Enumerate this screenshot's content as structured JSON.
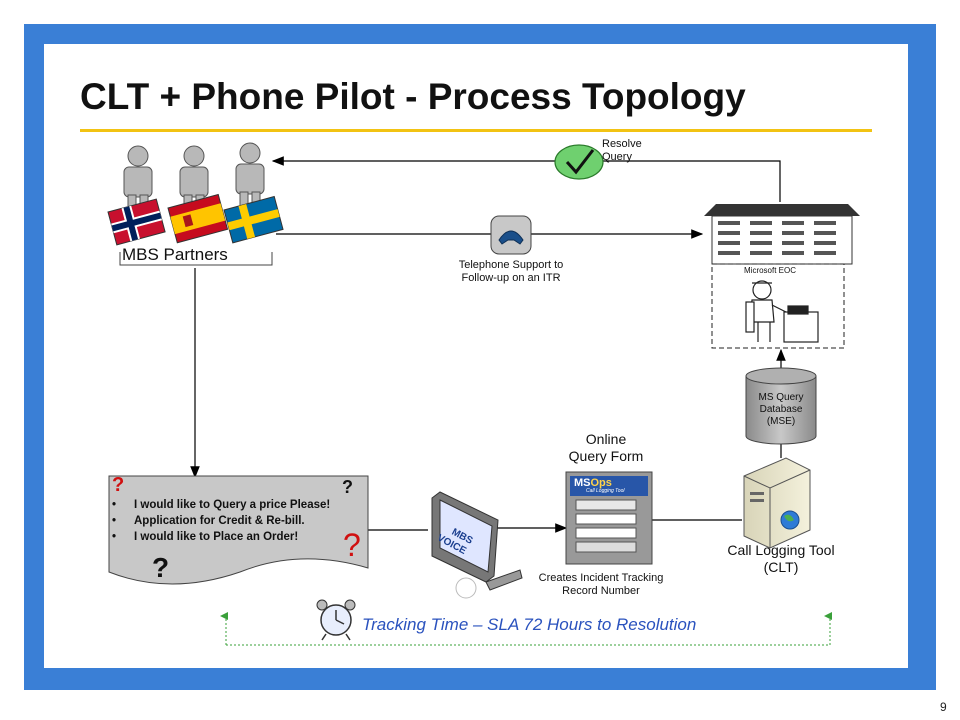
{
  "slide": {
    "title": "CLT + Phone Pilot - Process Topology",
    "page_number": "9"
  },
  "partners": {
    "label": "MBS Partners",
    "flags": [
      "norway-flag",
      "spain-flag",
      "sweden-flag"
    ]
  },
  "resolve": {
    "line1": "Resolve",
    "line2": "Query"
  },
  "telephone": {
    "line1": "Telephone Support to",
    "line2": "Follow-up on an ITR"
  },
  "eoc": {
    "label": "Microsoft EOC"
  },
  "database": {
    "line1": "MS Query",
    "line2": "Database",
    "line3": "(MSE)"
  },
  "form": {
    "title_line1": "Online",
    "title_line2": "Query Form",
    "brand_ms": "MS",
    "brand_ops": "Ops",
    "subtitle": "Call Logging Tool",
    "caption_line1": "Creates Incident Tracking",
    "caption_line2": "Record Number"
  },
  "clt": {
    "line1": "Call Logging Tool",
    "line2": "(CLT)"
  },
  "voice": {
    "line1": "MBS",
    "line2": "VOICE"
  },
  "queries": {
    "items": [
      "I would like to Query a price Please!",
      "Application for Credit & Re-bill.",
      "I would like to Place an Order!"
    ],
    "mark": "?"
  },
  "tracking": {
    "text": "Tracking Time – SLA 72 Hours to Resolution"
  },
  "colors": {
    "frame": "#3a7fd6",
    "title_rule": "#f2c313",
    "tracking_text": "#2a52be",
    "question_mark": "#d01010",
    "check": "#6fd06f",
    "dotted_arrow": "#3aa03a"
  }
}
